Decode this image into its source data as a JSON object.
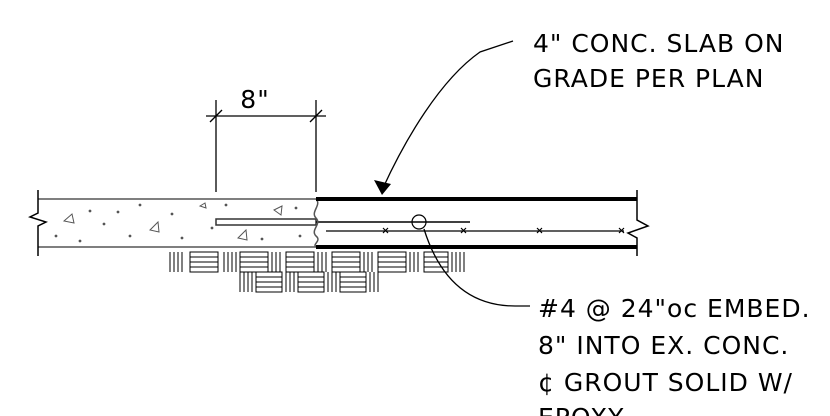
{
  "dimension": {
    "label": "8\""
  },
  "callouts": {
    "slab": {
      "line1": "4\" CONC. SLAB ON",
      "line2": "GRADE PER PLAN"
    },
    "rebar": {
      "line1": "#4 @ 24\"oc EMBED.",
      "line2": "8\" INTO EX. CONC.",
      "line3": "¢ GROUT SOLID W/",
      "line4": "EPOXY"
    }
  }
}
